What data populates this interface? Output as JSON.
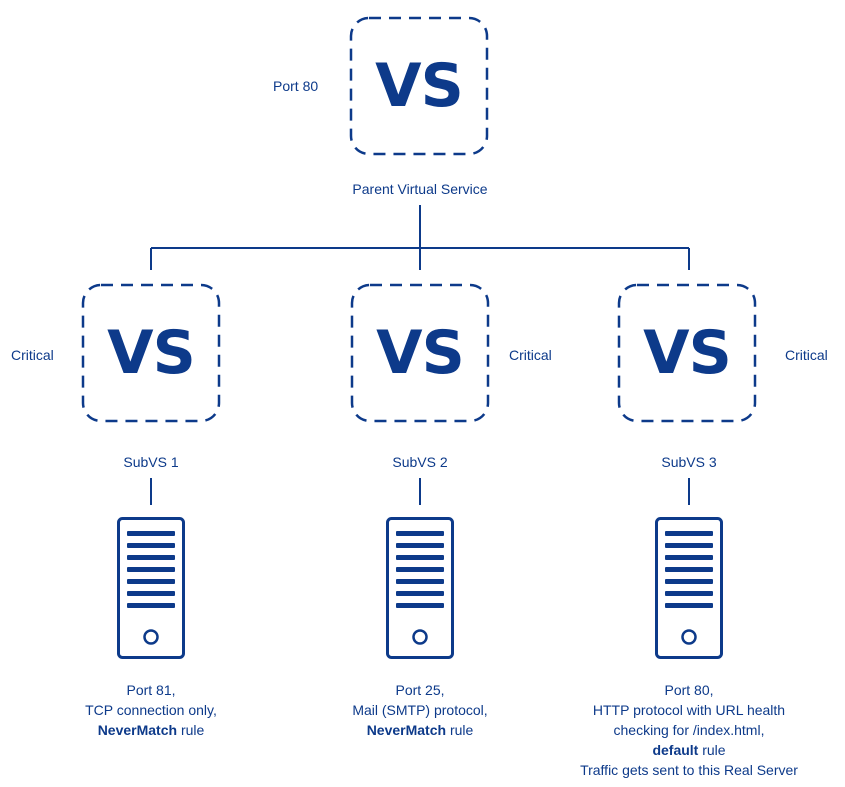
{
  "parent": {
    "port_label": "Port 80",
    "vs_text": "VS",
    "title": "Parent Virtual Service"
  },
  "subvs": [
    {
      "vs_text": "VS",
      "status": "Critical",
      "name": "SubVS 1",
      "caption": {
        "line1": "Port 81,",
        "line2": "TCP connection only,",
        "rule_name": "NeverMatch",
        "rule_suffix": " rule"
      }
    },
    {
      "vs_text": "VS",
      "status": "Critical",
      "name": "SubVS 2",
      "caption": {
        "line1": "Port 25,",
        "line2": "Mail (SMTP) protocol,",
        "rule_name": "NeverMatch",
        "rule_suffix": " rule"
      }
    },
    {
      "vs_text": "VS",
      "status": "Critical",
      "name": "SubVS 3",
      "caption": {
        "line1": "Port 80,",
        "line2": "HTTP protocol with URL health",
        "line3": "checking for /index.html,",
        "rule_name": "default",
        "rule_suffix": " rule",
        "line5": "Traffic gets sent to this Real Server"
      }
    }
  ],
  "colors": {
    "primary": "#0d3a8a"
  }
}
